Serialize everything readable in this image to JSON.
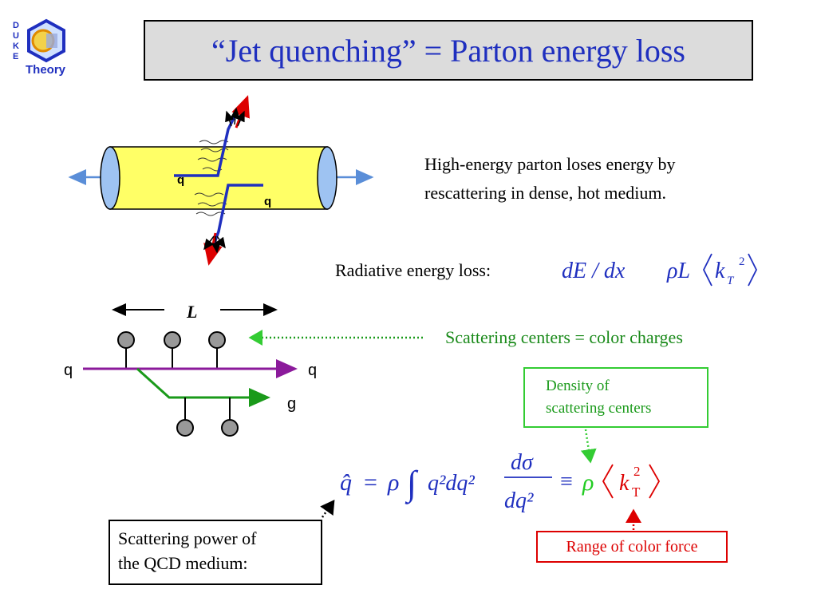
{
  "logo": {
    "letters": [
      "D",
      "U",
      "K",
      "E"
    ],
    "word": "Theory"
  },
  "title": "“Jet quenching” = Parton energy loss",
  "tube_diagram": {
    "parton_label_1": "q",
    "parton_label_2": "q"
  },
  "description": {
    "line1": "High-energy parton loses energy by",
    "line2": "rescattering in dense, hot medium."
  },
  "radiative": {
    "label": "Radiative energy loss:",
    "formula_left": "dE / dx",
    "formula_sym": "",
    "formula_right": "ρL",
    "k": "k",
    "sub": "T",
    "sup": "2"
  },
  "scatter_diagram": {
    "length_label": "L",
    "quark_in": "q",
    "quark_out": "q",
    "gluon": "g"
  },
  "scattering_centers_label": "Scattering centers = color charges",
  "density_box": {
    "line1": "Density of",
    "line2": "scattering centers"
  },
  "qhat_formula": {
    "lhs": "q̂",
    "eq": "=",
    "rho": "ρ",
    "integral": "∫",
    "integrand": "q²dq²",
    "numerator": "dσ",
    "denominator": "dq²",
    "equiv": "≡",
    "rho2": "ρ",
    "k": "k",
    "sub": "T",
    "sup": "2"
  },
  "power_box": {
    "line1": "Scattering power of",
    "line2": "the QCD medium:"
  },
  "range_box": {
    "label": "Range of color force"
  },
  "colors": {
    "blue": "#1f2fbf",
    "green": "#1a9a1a",
    "red": "#dd0000",
    "purple": "#8b1a9b",
    "tube": "#ffff66"
  }
}
